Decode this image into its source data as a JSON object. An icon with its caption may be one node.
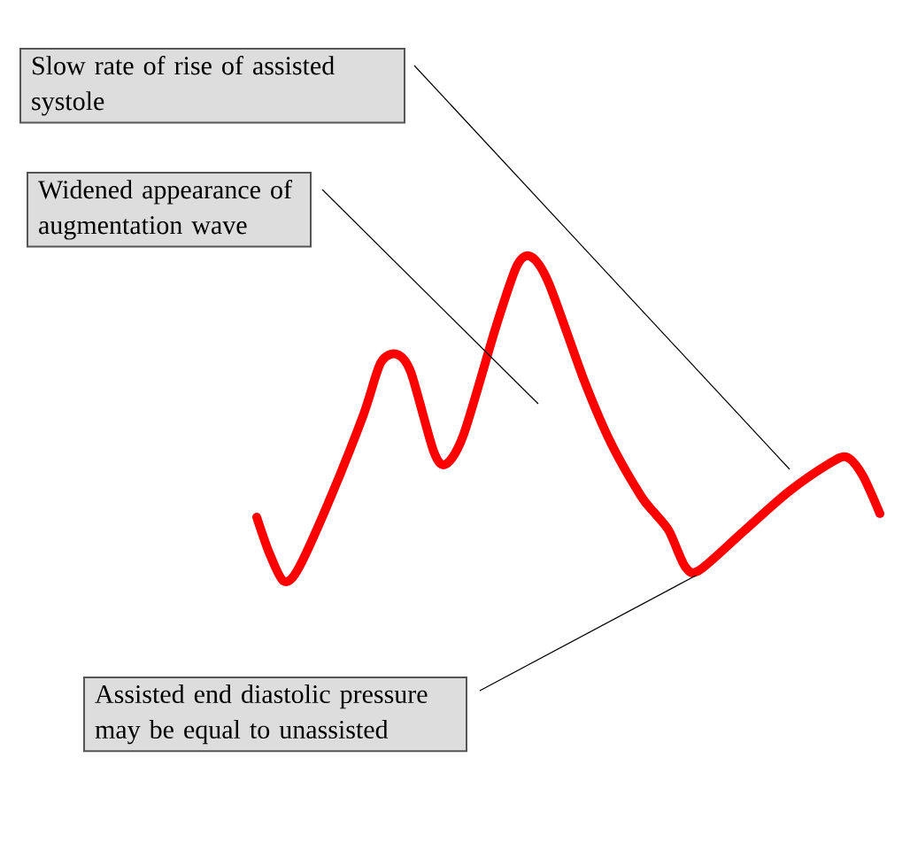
{
  "diagram": {
    "nodes": [
      {
        "text": [
          "Slow rate of rise of assisted systole"
        ]
      },
      {
        "text": [
          "Widened appearance of augmentation wave"
        ]
      },
      {
        "text": [
          "Assisted end diastolic pressure may be equal to unassisted"
        ]
      }
    ],
    "edges": [
      {
        "from": 0,
        "to": null,
        "arrow": "none"
      },
      {
        "from": 1,
        "to": null,
        "arrow": "none"
      },
      {
        "from": 2,
        "to": null,
        "arrow": "none"
      }
    ]
  }
}
